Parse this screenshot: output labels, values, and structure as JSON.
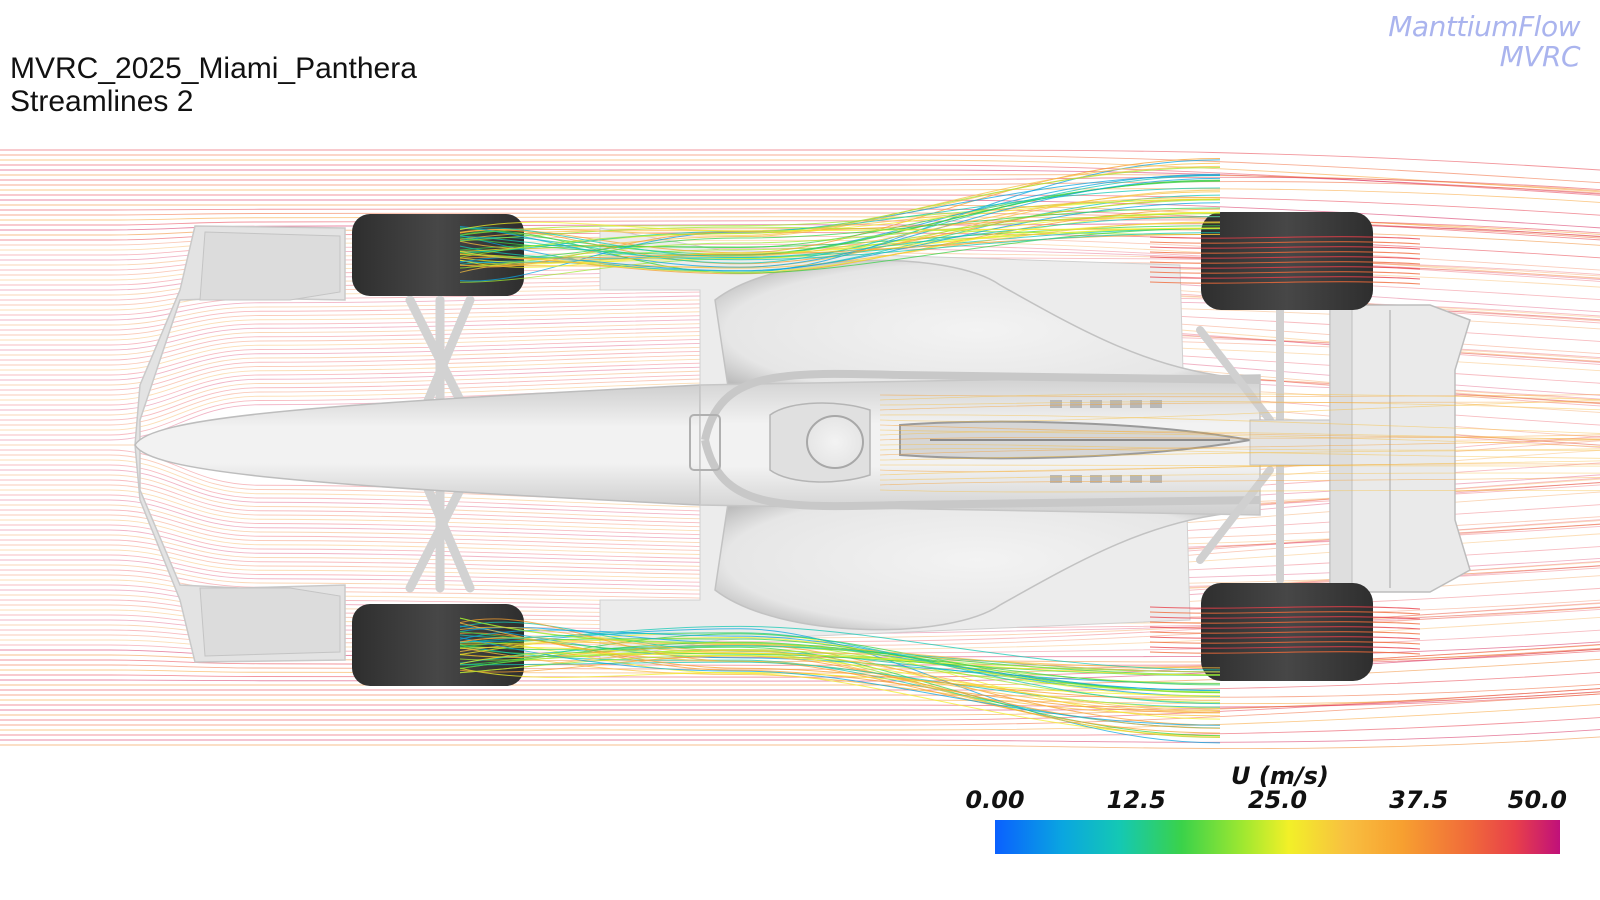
{
  "case": {
    "name": "MVRC_2025_Miami_Panthera",
    "view": "Streamlines 2"
  },
  "brand": {
    "line1": "ManttiumFlow",
    "line2": "MVRC"
  },
  "colorbar": {
    "title": "U (m/s)",
    "min": 0,
    "max": 50,
    "ticks": [
      "0.00",
      "12.5",
      "25.0",
      "37.5",
      "50.0"
    ],
    "colors": [
      "#0a60ff",
      "#14c8b4",
      "#3ad24a",
      "#f2f028",
      "#f7a030",
      "#e8404a",
      "#c0107a"
    ]
  },
  "colors": {
    "body": "#e6e6e6",
    "tire": "#3a3a3a",
    "brand": "#aab4ee"
  }
}
